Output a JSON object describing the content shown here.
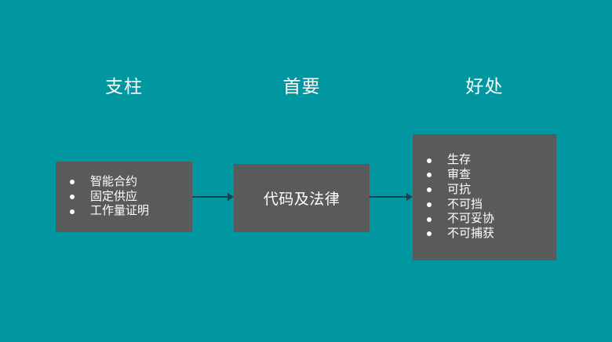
{
  "diagram": {
    "columns": [
      {
        "id": "pillars",
        "header": "支柱",
        "box": {
          "items": [
            "智能合约",
            "固定供应",
            "工作量证明"
          ]
        }
      },
      {
        "id": "primary",
        "header": "首要",
        "box": {
          "label": "代码及法律"
        }
      },
      {
        "id": "benefits",
        "header": "好处",
        "box": {
          "items": [
            "生存",
            "审查",
            "可抗",
            "不可挡",
            "不可妥协",
            "不可捕获"
          ]
        }
      }
    ],
    "colors": {
      "background": "#0097a1",
      "box_fill": "#595a5c",
      "text": "#ffffff",
      "arrow": "#1b4250"
    }
  }
}
